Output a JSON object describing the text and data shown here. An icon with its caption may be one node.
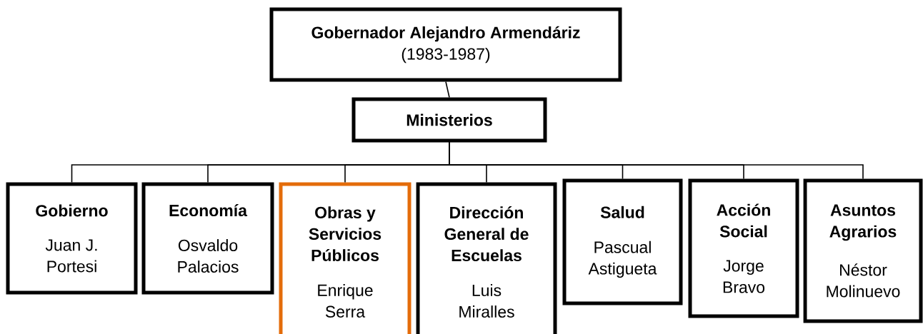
{
  "diagram": {
    "nodes": [
      {
        "text": [
          "Gobernador Alejandro Armendáriz",
          "(1983-1987)"
        ]
      },
      {
        "text": [
          "Ministerios"
        ]
      },
      {
        "text": [
          "Gobierno",
          "Juan J. Portesi"
        ]
      },
      {
        "text": [
          "Economía",
          "Osvaldo Palacios"
        ]
      },
      {
        "text": [
          "Obras y Servicios Públicos",
          "Enrique Serra"
        ]
      },
      {
        "text": [
          "Dirección General de Escuelas",
          "Luis Miralles"
        ]
      },
      {
        "text": [
          "Salud",
          "Pascual Astigueta"
        ]
      },
      {
        "text": [
          "Acción Social",
          "Jorge Bravo"
        ]
      },
      {
        "text": [
          "Asuntos Agrarios",
          "Néstor Molinuevo"
        ]
      }
    ],
    "edges": [
      {
        "from": 0,
        "to": 1,
        "arrow": "none"
      },
      {
        "from": 1,
        "to": 2,
        "arrow": "none"
      },
      {
        "from": 1,
        "to": 3,
        "arrow": "none"
      },
      {
        "from": 1,
        "to": 4,
        "arrow": "none"
      },
      {
        "from": 1,
        "to": 5,
        "arrow": "none"
      },
      {
        "from": 1,
        "to": 6,
        "arrow": "none"
      },
      {
        "from": 1,
        "to": 7,
        "arrow": "none"
      },
      {
        "from": 1,
        "to": 8,
        "arrow": "none"
      }
    ]
  }
}
